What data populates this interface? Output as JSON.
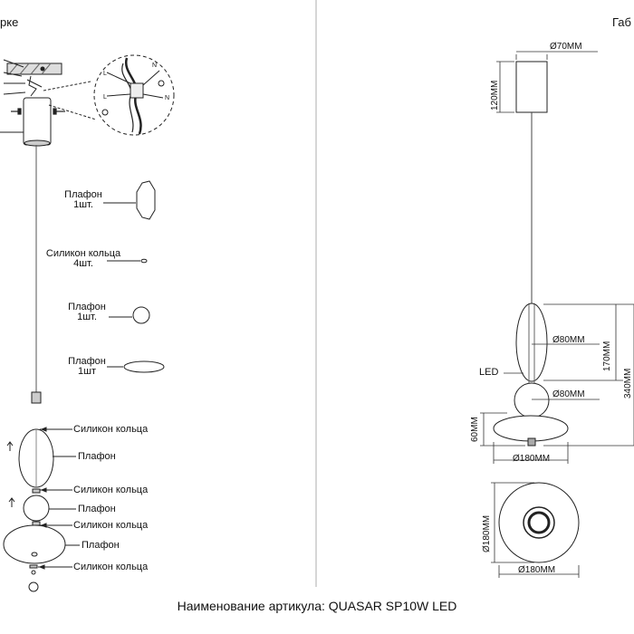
{
  "headers": {
    "left": "рке",
    "right": "Габ"
  },
  "assembly_labels": {
    "shade_1": {
      "name": "Плафон",
      "qty": "1шт."
    },
    "rings": {
      "name": "Силикон кольца",
      "qty": "4шт."
    },
    "shade_2": {
      "name": "Плафон",
      "qty": "1шт."
    },
    "shade_3": {
      "name": "Плафон",
      "qty": "1шт"
    },
    "stack": [
      "Силикон кольца",
      "Плафон",
      "Силикон кольца",
      "Плафон",
      "Силикон кольца",
      "Плафон",
      "Силикон кольца"
    ]
  },
  "wiring_labels": {
    "n1": "N",
    "n2": "N",
    "l1": "L",
    "l2": "L"
  },
  "dimensions": {
    "canopy_diameter": "Ø70MM",
    "canopy_height": "120MM",
    "shade_top_diameter": "Ø80MM",
    "shade_top_height": "170MM",
    "ball_diameter": "Ø80MM",
    "total_height": "340MM",
    "disc_height": "60MM",
    "disc_diameter": "Ø180MM",
    "bottom_height": "Ø180MM",
    "bottom_diameter": "Ø180MM",
    "led_label": "LED"
  },
  "footer": "Наименование артикула: QUASAR SP10W LED"
}
